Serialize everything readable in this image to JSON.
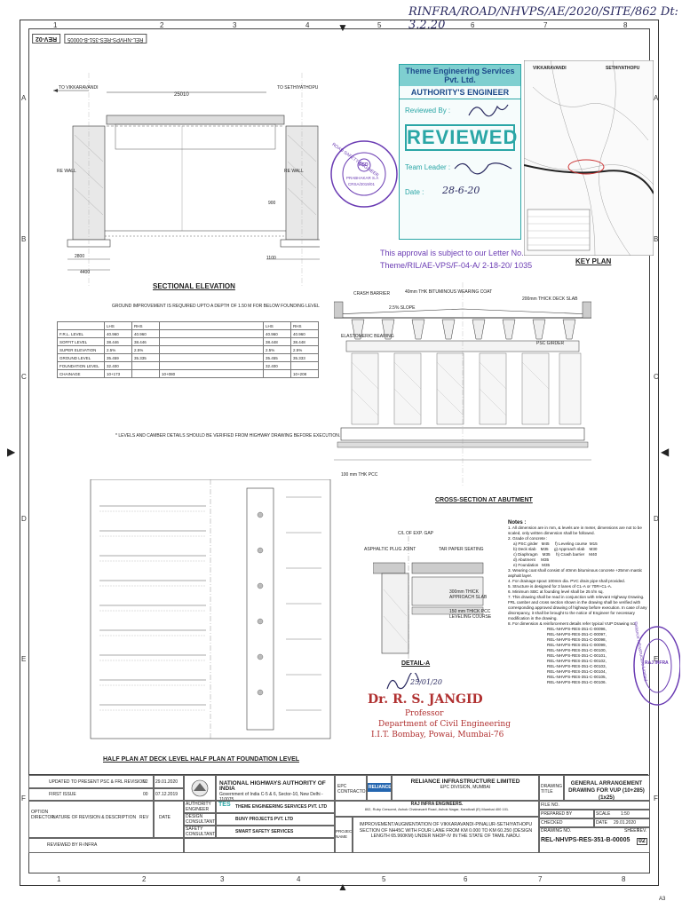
{
  "handwritten_header": "RINFRA/ROAD/NHVPS/AE/2020/SITE/862 Dt: 3.2.20",
  "column_numbers": [
    "1",
    "2",
    "3",
    "4",
    "5",
    "6",
    "7",
    "8"
  ],
  "row_letters": [
    "A",
    "B",
    "C",
    "D",
    "E",
    "F"
  ],
  "rev_tag": "REV-02",
  "dwg_no_side": "REL-NHVPS-RES-351-B-00005",
  "stamp": {
    "company": "Theme Engineering Services Pvt. Ltd.",
    "role": "AUTHORITY'S ENGINEER",
    "reviewed_by_label": "Reviewed By :",
    "status": "REVIEWED",
    "team_leader_label": "Team Leader :",
    "date_label": "Date :",
    "date_value": "28-6-20"
  },
  "seal_left": {
    "text": "ROAD SAFETY ENGINEER",
    "center": "RSD",
    "name": "PRABHAKAR S.A",
    "code": "CRSA/2019/01"
  },
  "seal_right": {
    "text": "Reliance Infrastructure Limited",
    "center": "RAJ INFRA"
  },
  "approval_note_1": "This approval is subject to our Letter No.",
  "approval_note_2": "Theme/RIL/AE-VPS/F-04-A/ 2-18-20/ 1035",
  "titles": {
    "sectional_elevation": "SECTIONAL ELEVATION",
    "key_plan": "KEY PLAN",
    "cross_section": "CROSS-SECTION AT ABUTMENT",
    "detail_a": "DETAIL-A",
    "half_plan": "HALF PLAN AT DECK LEVEL   HALF PLAN AT FOUNDATION LEVEL"
  },
  "elevation_labels": {
    "to_vikkaravandi": "TO VIKKARAVANDI",
    "to_sethiyathopu": "TO SETHIYATHOPU",
    "span": "25010",
    "dim1": "2800",
    "dim2": "4400",
    "dim3": "900",
    "dim4": "1100",
    "re_wall": "RE WALL",
    "ground_note": "GROUND IMPROVEMENT IS REQUIRED UPTO A DEPTH OF 1.50 M FOR BELOW FOUNDING LEVEL"
  },
  "levels_table": {
    "headers": [
      "",
      "LHS",
      "RHS",
      "",
      "LHS",
      "RHS"
    ],
    "rows": [
      [
        "F.R.L. LEVEL",
        "40.960",
        "40.960",
        "",
        "40.960",
        "40.960"
      ],
      [
        "SOFFIT LEVEL",
        "38.446",
        "38.446",
        "",
        "38.448",
        "38.448"
      ],
      [
        "SUPER ELEVATION",
        "2.5%",
        "2.5%",
        "",
        "2.5%",
        "2.5%"
      ],
      [
        "GROUND LEVEL",
        "35.459",
        "35.335",
        "",
        "35.455",
        "35.333"
      ],
      [
        "FOUNDATION LEVEL",
        "32.400",
        "",
        "",
        "32.400",
        ""
      ],
      [
        "CHAINAGE",
        "10+173",
        "",
        "10+080",
        "",
        "10+208"
      ]
    ],
    "note": "* LEVELS AND CAMBER DETAILS SHOULD BE VERIFIED FROM HIGHWAY DRAWING BEFORE EXECUTION."
  },
  "key_plan_labels": {
    "a": "VIKKARAVANDI",
    "b": "SETHIYATHOPU"
  },
  "cross_section_labels": {
    "crash_barrier": "CRASH BARRIER",
    "wearing_coat": "40mm THK BITUMINOUS WEARING COAT",
    "camber": "2.5% SLOPE",
    "deck_slab": "200mm THICK DECK SLAB",
    "pier": "100 mm THK PCC",
    "girder": "PSC GIRDER",
    "bearing": "ELASTOMERIC BEARING"
  },
  "detail_labels": {
    "exp_gap": "C/L OF EXP. GAP",
    "asphaltic": "ASPHALTIC PLUG JOINT",
    "tar_paper": "TAR PAPER SEATING",
    "approach": "300mm THICK APPROACH SLAB",
    "pcc": "150 mm THICK PCC LEVELING COURSE"
  },
  "signature": {
    "date": "25/01/20",
    "name": "Dr. R. S. JANGID",
    "title": "Professor",
    "dept": "Department of Civil Engineering",
    "inst": "I.I.T. Bombay, Powai, Mumbai-76"
  },
  "notes_title": "Notes :",
  "notes": [
    "1. All dimension are in mm, & levels are in meter, dimensions are not to be scaled, only written dimension shall be followed.",
    "2. Grade of concrete :",
    "a) PSC girder   M45     f) Leveling course  M15",
    "b) Deck slab    M35     g) Approach slab    M30",
    "c) Diaphragm    M35     h) Crash barrier    M40",
    "d) Abutment     M35",
    "e) Foundation   M35",
    "3. Wearing coat shall consist of 40mm bituminous concrete +25mm mastic asphalt layer.",
    "4. For drainage spout 100mm dia. PVC drain pipe shall provided.",
    "5. Structure is designed for 3 lanes of CL-A or 70R+CL-A.",
    "6. Minimum SBC at founding level shall be 25 t/m sq.",
    "7. This drawing shall be read in conjunction with relevant Highway Drawing. FRL camber and cross section shown in the drawing shall be verified with corresponding approved drawing of highway before execution. In case of any discrepancy, it shall be brought to the notice of Engineer for necessary modification in the drawing.",
    "8. For dimension & reinforcement details refer typical VUP Drawing no.",
    "REL-NHVPS-RES-351-C-00096,",
    "REL-NHVPS-RES-351-C-00097,",
    "REL-NHVPS-RES-351-C-00098,",
    "REL-NHVPS-RES-351-C-00099,",
    "REL-NHVPS-RES-351-C-00100,",
    "REL-NHVPS-RES-351-C-00101,",
    "REL-NHVPS-RES-351-C-00102,",
    "REL-NHVPS-RES-351-C-00103,",
    "REL-NHVPS-RES-351-C-00104,",
    "REL-NHVPS-RES-351-C-00105,",
    "REL-NHVPS-RES-351-C-00106."
  ],
  "title_block": {
    "rev_rows": [
      {
        "desc": "UPDATED TO PRESENT PSC & FRL REVISION",
        "no": "02",
        "date": "29.01.2020"
      },
      {
        "desc": "FIRST ISSUE",
        "no": "00",
        "date": "07.12.2019"
      },
      {
        "desc": "NATURE OF REVISION & DESCRIPTION",
        "no": "REV",
        "date": "DATE"
      }
    ],
    "reviewed_by": "REVIEWED BY R-INFRA",
    "option_director": "OPTION DIRECTOR",
    "authority": "NATIONAL HIGHWAYS AUTHORITY OF INDIA",
    "authority_sub": "Government of India C-5 & 6, Sector-10, New Delhi - 110075",
    "authority_label": "AUTHORITY ENGINEER",
    "ae_name": "THEME ENGINEERING SERVICES PVT. LTD",
    "design_consultant_label": "DESIGN CONSULTANT",
    "design_consultant": "BUNY PROJECTS PVT. LTD",
    "safety_label": "SAFETY CONSULTANT",
    "safety": "SMART SAFETY SERVICES",
    "epc_label": "EPC CONTRACTOR",
    "contractor_logo": "RELIANCE",
    "contractor": "RELIANCE INFRASTRUCTURE LIMITED",
    "contractor_div": "EPC DIVISION, MUMBAI",
    "sub_contractor": "RAJ INFRA ENGINEERS.",
    "sub_address": "802, Ruby Crescent, Ashok Chakravarti Road, Ashok Nagar, Kandivali (E) Mumbai 400 101.",
    "project_label": "PROJECT NAME",
    "project": "IMPROVEMENT/AUGMENTATION OF VIKKARAVANDI-PINALUR-SETHIYATHOPU SECTION OF NH45C WITH FOUR LANE FROM KM 0.000 TO KM 60.250 (DESIGN LENGTH 65.960KM) UNDER NHDP-IV IN THE STATE OF TAMIL NADU.",
    "drawing_title_label": "DRAWING TITLE",
    "drawing_title": "GENERAL ARRANGEMENT DRAWING FOR VUP (10+285) (1x25)",
    "file_no_label": "FILE NO.",
    "prepared": "PREPARED BY",
    "checked": "CHECKED",
    "scale_label": "SCALE",
    "scale": "1:50",
    "date_label": "DATE",
    "date": "29.01.2020",
    "drawing_no_label": "DRAWING NO.",
    "drawing_no": "REL-NHVPS-RES-351-B-00005",
    "sheet": "SHEET",
    "rev": "REV.",
    "rev_value": "02",
    "size": "A3"
  }
}
